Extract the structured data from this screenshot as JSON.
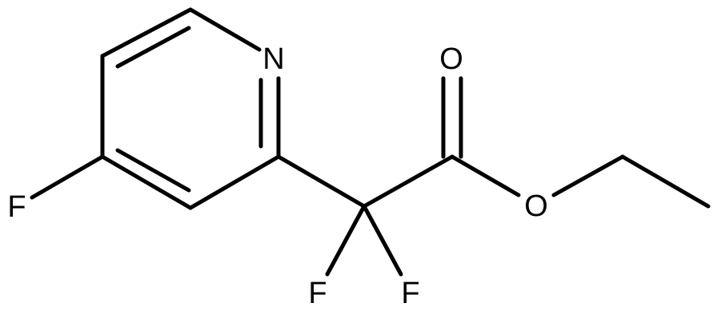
{
  "structure": {
    "atoms": {
      "ring_nitrogen": "N",
      "carbonyl_oxygen": "O",
      "ester_oxygen": "O",
      "ring_fluorine": "F",
      "alpha_fluorine_left": "F",
      "alpha_fluorine_right": "F"
    }
  },
  "colors": {
    "bond": "#000000",
    "label": "#000000",
    "background": "#ffffff"
  }
}
